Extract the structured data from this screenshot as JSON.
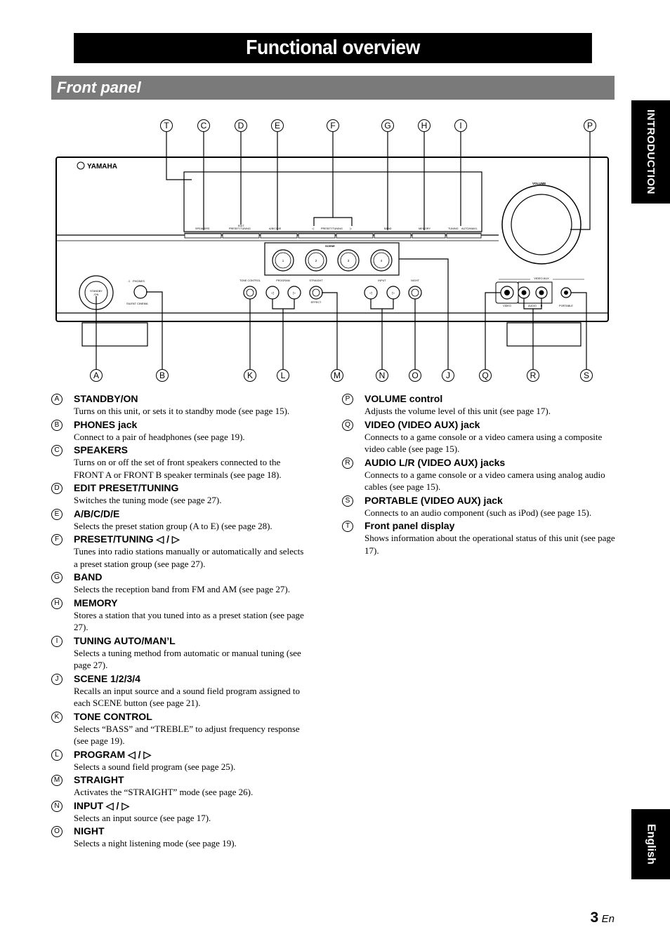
{
  "title": "Functional overview",
  "section": "Front panel",
  "tabs": {
    "intro": "INTRODUCTION",
    "english": "English"
  },
  "panel": {
    "brand": "YAMAHA",
    "volume": "VOLUME",
    "speakers": "SPEAKERS",
    "edit": "EDIT",
    "preset_tuning_btn": "PRESET/TUNING",
    "abcde": "A/B/C/D/E",
    "preset_tuning": "PRESET/TUNING",
    "band": "BAND",
    "memory": "MEMORY",
    "tuning": "TUNING",
    "auto_man": "AUTO/MAN'L",
    "scene": "SCENE",
    "scene_buttons": [
      "1",
      "2",
      "3",
      "4"
    ],
    "standby_on_1": "STANDBY",
    "standby_on_2": "/ON",
    "phones": "PHONES",
    "silent_cinema": "SILENT CINEMA",
    "tone_control": "TONE CONTROL",
    "program": "PROGRAM",
    "straight": "STRAIGHT",
    "effect": "EFFECT",
    "input": "INPUT",
    "night": "NIGHT",
    "video_aux": "VIDEO AUX",
    "video": "VIDEO",
    "audio": "AUDIO",
    "l": "L",
    "r": "R",
    "portable": "PORTABLE"
  },
  "callouts_top": [
    "T",
    "C",
    "D",
    "E",
    "F",
    "G",
    "H",
    "I",
    "P"
  ],
  "callouts_bottom": [
    "A",
    "B",
    "K",
    "L",
    "M",
    "N",
    "O",
    "J",
    "Q",
    "R",
    "S"
  ],
  "left_items": [
    {
      "marker": "A",
      "heading": "STANDBY/ON",
      "desc": "Turns on this unit, or sets it to standby mode (see page 15)."
    },
    {
      "marker": "B",
      "heading": "PHONES jack",
      "desc": "Connect to a pair of headphones (see page 19)."
    },
    {
      "marker": "C",
      "heading": "SPEAKERS",
      "desc": "Turns on or off the set of front speakers connected to the FRONT A or FRONT B speaker terminals (see page 18)."
    },
    {
      "marker": "D",
      "heading": "EDIT PRESET/TUNING",
      "desc": "Switches the tuning mode (see page 27)."
    },
    {
      "marker": "E",
      "heading": "A/B/C/D/E",
      "desc": "Selects the preset station group (A to E) (see page 28)."
    },
    {
      "marker": "F",
      "heading": "PRESET/TUNING ◁ / ▷",
      "desc": "Tunes into radio stations manually or automatically and selects a preset station group (see page 27)."
    },
    {
      "marker": "G",
      "heading": "BAND",
      "desc": "Selects the reception band from FM and AM (see page 27)."
    },
    {
      "marker": "H",
      "heading": "MEMORY",
      "desc": "Stores a station that you tuned into as a preset station (see page 27)."
    },
    {
      "marker": "I",
      "heading": "TUNING AUTO/MAN’L",
      "desc": "Selects a tuning method from automatic or manual tuning (see page 27)."
    },
    {
      "marker": "J",
      "heading": "SCENE 1/2/3/4",
      "desc": "Recalls an input source and a sound field program assigned to each SCENE button (see page 21)."
    },
    {
      "marker": "K",
      "heading": "TONE CONTROL",
      "desc": "Selects “BASS” and “TREBLE” to adjust frequency response (see page 19)."
    },
    {
      "marker": "L",
      "heading": "PROGRAM ◁ / ▷",
      "desc": "Selects a sound field program (see page 25)."
    },
    {
      "marker": "M",
      "heading": "STRAIGHT",
      "desc": "Activates the “STRAIGHT” mode (see page 26)."
    },
    {
      "marker": "N",
      "heading": "INPUT ◁ / ▷",
      "desc": "Selects an input source (see page 17)."
    },
    {
      "marker": "O",
      "heading": "NIGHT",
      "desc": "Selects a night listening mode (see page 19)."
    }
  ],
  "right_items": [
    {
      "marker": "P",
      "heading": "VOLUME control",
      "desc": "Adjusts the volume level of this unit (see page 17)."
    },
    {
      "marker": "Q",
      "heading": "VIDEO (VIDEO AUX) jack",
      "desc": "Connects to a game console or a video camera using a composite video cable (see page 15)."
    },
    {
      "marker": "R",
      "heading": "AUDIO L/R (VIDEO AUX) jacks",
      "desc": "Connects to a game console or a video camera using analog audio cables (see page 15)."
    },
    {
      "marker": "S",
      "heading": "PORTABLE (VIDEO AUX) jack",
      "desc": "Connects to an audio component (such as iPod) (see page 15)."
    },
    {
      "marker": "T",
      "heading": "Front panel display",
      "desc": "Shows information about the operational status of this unit (see page 17)."
    }
  ],
  "page": {
    "number": "3",
    "lang": "En"
  }
}
